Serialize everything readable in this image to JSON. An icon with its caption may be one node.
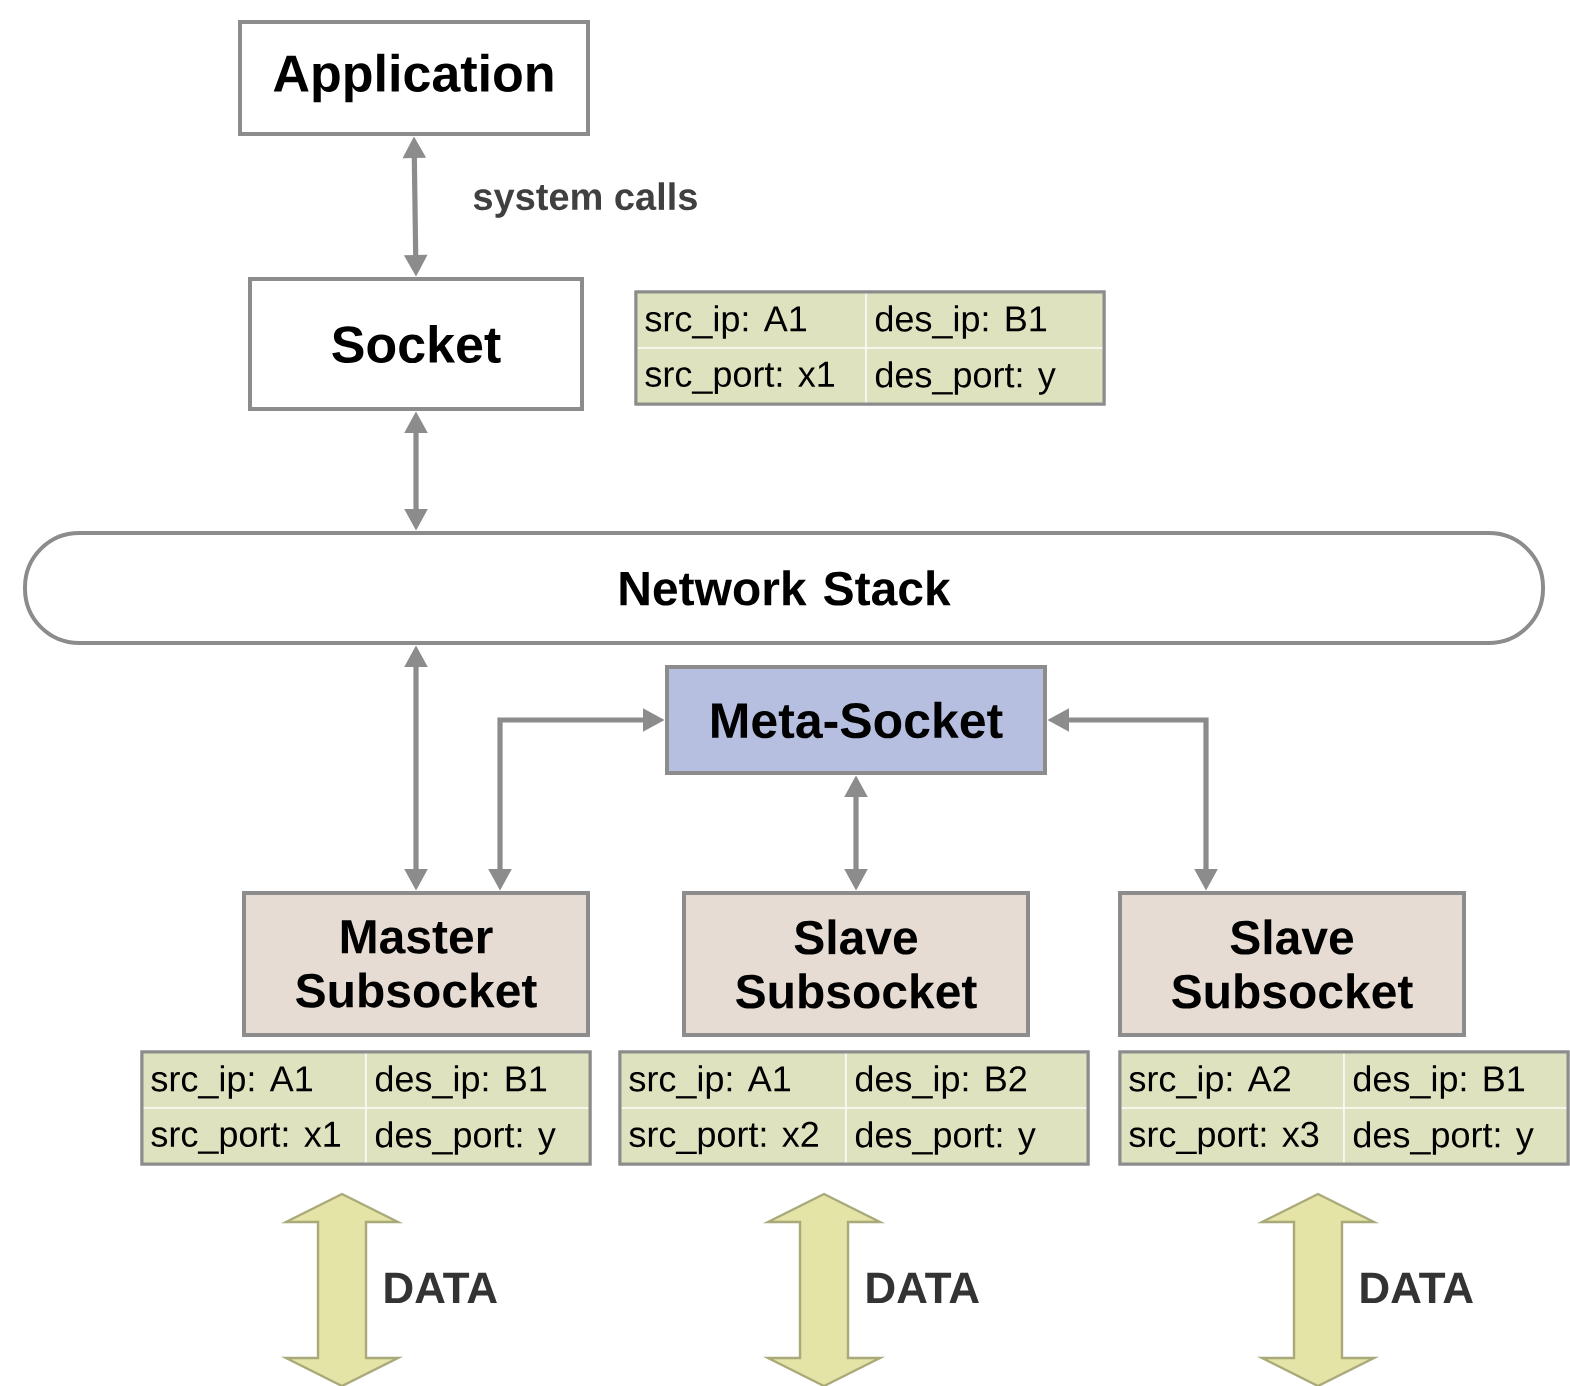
{
  "diagram": {
    "nodes": [
      {
        "text": [
          "Application"
        ]
      },
      {
        "text": [
          "Socket"
        ]
      },
      {
        "text": [
          "Network Stack"
        ]
      },
      {
        "text": [
          "Meta-Socket"
        ]
      },
      {
        "text": [
          "Master Subsocket"
        ]
      },
      {
        "text": [
          "Slave Subsocket"
        ]
      },
      {
        "text": [
          "Slave Subsocket"
        ]
      }
    ],
    "edges": [
      {
        "from": 0,
        "to": 1,
        "arrow": "both",
        "label": "system calls"
      },
      {
        "from": 1,
        "to": 2,
        "arrow": "both"
      },
      {
        "from": 2,
        "to": 4,
        "arrow": "both"
      },
      {
        "from": 3,
        "to": 4,
        "arrow": "both"
      },
      {
        "from": 3,
        "to": 5,
        "arrow": "both"
      },
      {
        "from": 3,
        "to": 6,
        "arrow": "both"
      }
    ],
    "labels": [
      "src_ip: A1",
      "des_ip: B1",
      "src_port: x1",
      "des_port: y",
      "src_ip: A1",
      "des_ip: B1",
      "src_port: x1",
      "des_port: y",
      "src_ip: A1",
      "des_ip: B2",
      "src_port: x2",
      "des_port: y",
      "src_ip: A2",
      "des_ip: B1",
      "src_port: x3",
      "des_port: y",
      "DATA",
      "DATA",
      "DATA"
    ]
  }
}
